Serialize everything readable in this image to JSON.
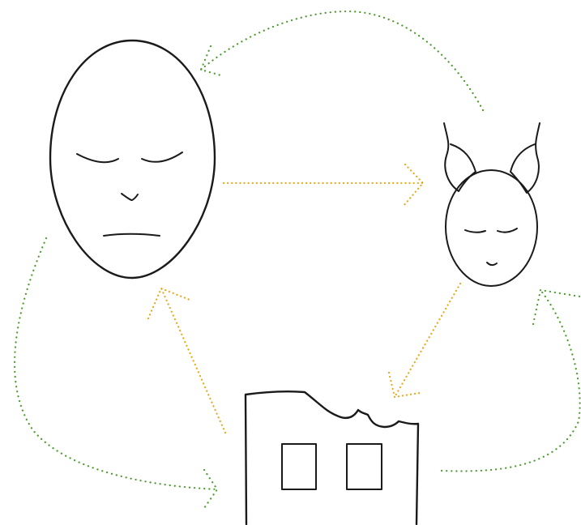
{
  "diagram": {
    "nodes": [
      {
        "id": "large-face",
        "kind": "human-face",
        "expression": "eyes-closed-frown"
      },
      {
        "id": "cat-face",
        "kind": "cat-eared-face",
        "expression": "eyes-closed-calm"
      },
      {
        "id": "ruined-building",
        "kind": "broken-building",
        "windows": 2
      }
    ],
    "arrows": [
      {
        "id": "face-to-cat",
        "from": "large-face",
        "to": "cat-face",
        "style": "dotted",
        "color": "#e8a818"
      },
      {
        "id": "cat-to-building",
        "from": "cat-face",
        "to": "ruined-building",
        "style": "dotted",
        "color": "#e8a818"
      },
      {
        "id": "building-to-face",
        "from": "ruined-building",
        "to": "large-face",
        "style": "dotted",
        "color": "#e8a818"
      },
      {
        "id": "cat-to-face-top",
        "from": "cat-face",
        "to": "large-face",
        "style": "dotted",
        "color": "#4a9a2a"
      },
      {
        "id": "face-to-building-left",
        "from": "large-face",
        "to": "ruined-building",
        "style": "dotted",
        "color": "#4a9a2a"
      },
      {
        "id": "building-to-cat-right",
        "from": "ruined-building",
        "to": "cat-face",
        "style": "dotted",
        "color": "#4a9a2a"
      }
    ],
    "colors": {
      "outline": "#1a1a1a",
      "orange_arrow": "#e8a818",
      "green_arrow": "#4a9a2a",
      "background": "#ffffff"
    }
  }
}
